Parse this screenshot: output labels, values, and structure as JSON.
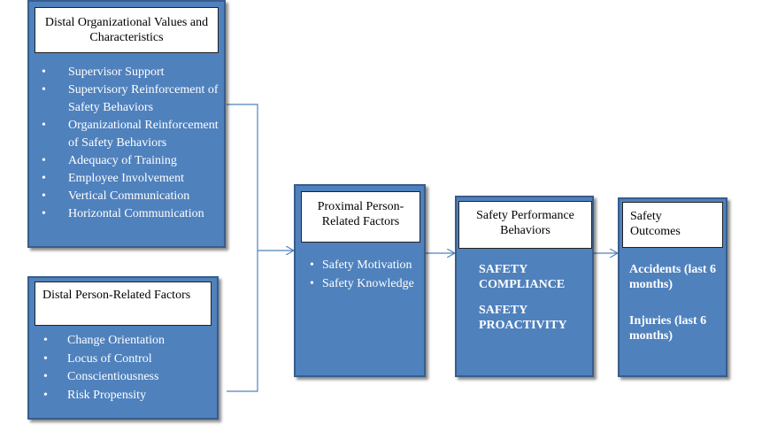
{
  "distal_org": {
    "title": "Distal Organizational Values and Characteristics",
    "items": [
      "Supervisor Support",
      "Supervisory Reinforcement of Safety Behaviors",
      "Organizational Reinforcement of Safety Behaviors",
      "Adequacy of Training",
      "Employee Involvement",
      "Vertical Communication",
      "Horizontal Communication"
    ]
  },
  "distal_person": {
    "title": "Distal Person-Related Factors",
    "items": [
      "Change Orientation",
      "Locus of Control",
      "Conscientiousness",
      "Risk Propensity"
    ]
  },
  "proximal": {
    "title": "Proximal Person-Related Factors",
    "items": [
      "Safety Motivation",
      "Safety Knowledge"
    ]
  },
  "performance": {
    "title": "Safety Performance Behaviors",
    "items": [
      "SAFETY COMPLIANCE",
      "SAFETY PROACTIVITY"
    ]
  },
  "outcomes": {
    "title": "Safety Outcomes",
    "items": [
      "Accidents (last 6 months)",
      "Injuries (last 6 months)"
    ]
  },
  "colors": {
    "panel_fill": "#4f81bd",
    "panel_border": "#385d8a",
    "connector": "#4f81bd"
  }
}
